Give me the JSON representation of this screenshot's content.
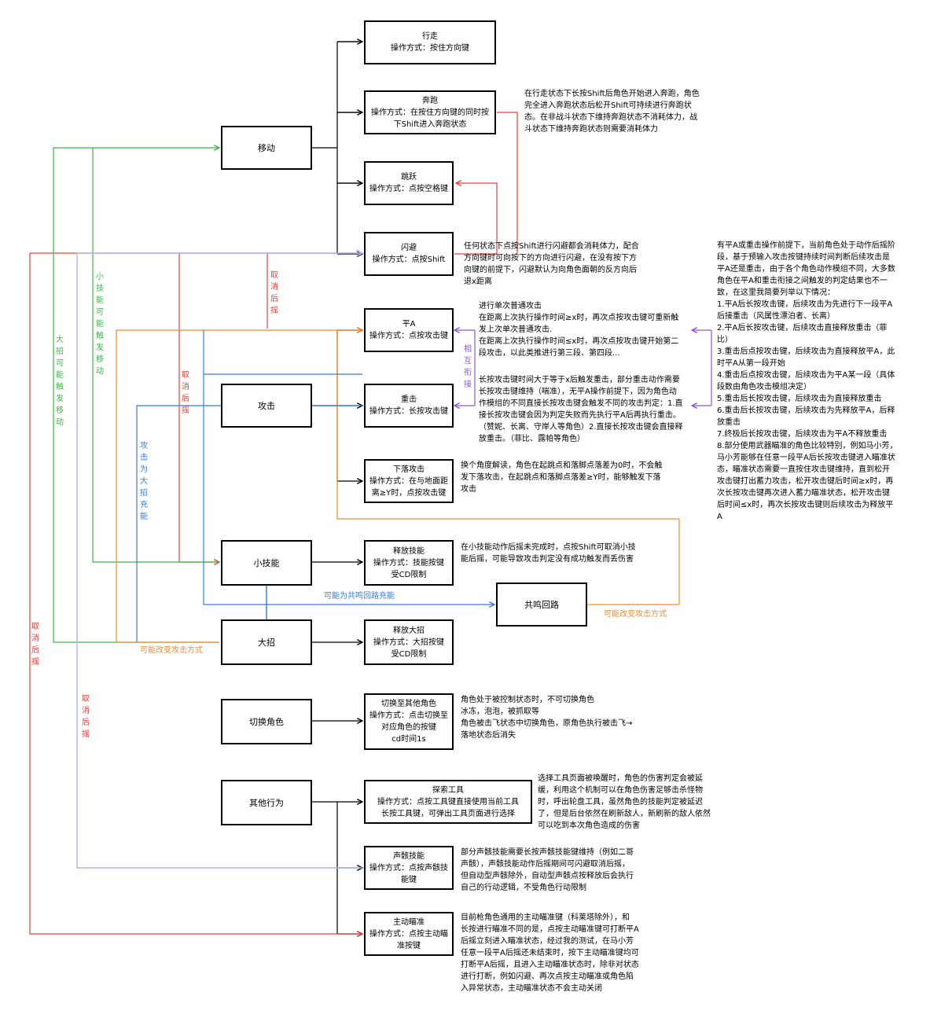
{
  "colors": {
    "black": "#000000",
    "red": "#e2413d",
    "green": "#3fb54a",
    "orange": "#f58a27",
    "blue": "#3a7be0",
    "purple": "#8a57d6",
    "lavender": "#b4b4f2"
  },
  "nodes": {
    "move": "移动",
    "attack": "攻击",
    "skill": "小技能",
    "ult": "大招",
    "switch": "切换角色",
    "other": "其他行为",
    "resonance": "共鸣回路"
  },
  "actions": {
    "walk": {
      "title": "行走",
      "desc": "操作方式：按住方向键"
    },
    "sprint": {
      "title": "奔跑",
      "desc": "操作方式：在按住方向键的同时按\n下Shift进入奔跑状态"
    },
    "jump": {
      "title": "跳跃",
      "desc": "操作方式：点按空格键"
    },
    "dodge": {
      "title": "闪避",
      "desc": "操作方式：点按Shift"
    },
    "light": {
      "title": "平A",
      "desc": "操作方式：点按攻击键"
    },
    "heavy": {
      "title": "重击",
      "desc": "操作方式：长按攻击键"
    },
    "plunge": {
      "title": "下落攻击",
      "desc": "操作方式：在与地面距\n离≥Y时，点按攻击键"
    },
    "skill_release": {
      "title": "释放技能",
      "desc": "操作方式：技能按键\n受CD限制"
    },
    "ult_release": {
      "title": "释放大招",
      "desc": "操作方式：大招按键\n受CD限制"
    },
    "switch_to": {
      "title": "切换至其他角色",
      "desc": "操作方式：点击切换至\n对应角色的按键\ncd时间1s"
    },
    "tool": {
      "title": "探索工具",
      "desc": "操作方式：点按工具键直接使用当前工具\n长按工具键，可弹出工具页面进行选择"
    },
    "echo": {
      "title": "声骸技能",
      "desc": "操作方式：点按声骸技\n能键"
    },
    "aim": {
      "title": "主动瞄准",
      "desc": "操作方式：点按主动瞄\n准按键"
    }
  },
  "notes": {
    "sprint": "在行走状态下长按Shift后角色开始进入奔跑，角色\n完全进入奔跑状态后松开Shift可持续进行奔跑状\n态。在非战斗状态下维持奔跑状态不消耗体力，战\n斗状态下维持奔跑状态则需要消耗体力",
    "dodge": "任何状态下点按Shift进行闪避都会消耗体力，配合\n方向键时可向按下的方向进行闪避，在没有按下方\n向键的前提下，闪避默认为向角色面朝的反方向后\n退x距离",
    "light": "进行单次普通攻击\n在距离上次执行操作时间≥x时，再次点按攻击键可重新触\n发上次单次普通攻击.\n在距离上次执行操作时间≤x时，再次点按攻击键开始第二\n段攻击，以此类推进行第三段、第四段...",
    "heavy": "长按攻击键时间大于等于x后触发重击，部分重击动作需要\n长按攻击键维持（喘准），无平A操作前提下，因为角色动\n作模组的不同直接长按攻击键会触发不同的攻击判定：1.直\n接长按攻击键会因为判定失败而先执行平A后再执行重击。\n（赞妮、长离、守岸人等角色）2.直接长按攻击键会直接释\n放重击。（菲比、露帕等角色）",
    "plunge": "换个角度解读，角色在起跳点和落脚点落差为0时，不会触\n发下落攻击，在起跳点和落脚点落差≥Y时，能够触发下落\n攻击",
    "combo": "有平A或重击操作前提下，当前角色处于动作后摇阶\n段，基于预输入攻击按键持续时间判断后续攻击是\n平A还是重击，由于各个角色动作模组不同，大多数\n角色在平A和重击衔接之间触发的判定结果也不一\n致，在这里我简要列举以下情况：\n1.平A后长按攻击键，后续攻击为先进行下一段平A\n后接重击（风属性漂泊者、长离）\n2.平A后长按攻击键，后续攻击直接释放重击（菲\n比）\n3.重击后点按攻击键，后续攻击为直接释放平A，此\n时平A从第一段开始\n4.重击后点按攻击键，后续攻击为平A某一段（具体\n段数由角色攻击模组决定）\n5.重击后长按攻击键，后续攻击为直接释放重击\n6.重击后长按攻击键，后续攻击为先释放平A，后释\n放重击\n7.终极后长按攻击键，后续攻击为平A不释放重击\n8.部分使用武器瞄准的角色比较特别，例如马小芳，\n马小芳能够在任意一段平A后长按攻击键进入瞄准状\n态，瞄准状态需要一直按住攻击键维持，直到松开\n攻击键打出蓄力攻击，松开攻击键后时间≥x时，再\n次长按攻击键再次进入蓄力瞄准状态，松开攻击键\n后时间≤x时，再次长按攻击键则后续攻击为释放平\nA",
    "skill": "在小技能动作后摇未完成时，点按Shift可取消小技\n能后摇，可能导致攻击判定没有成功触发而丢伤害",
    "switch": "角色处于被控制状态时，不可切换角色\n冰冻，泡泡，被抓取等\n角色被击飞状态中切换角色，原角色执行被击飞→\n落地状态后消失",
    "tool": "选择工具页面被唤醒时，角色的伤害判定会被延\n缓，利用这个机制可以在角色伤害足够击杀怪物\n时，呼出轮盘工具，虽然角色的技能判定被延迟\n了，但是后台依然在刷新敌人，新刷新的敌人依然\n可以吃到本次角色造成的伤害",
    "echo": "部分声骸技能需要长按声骸技能键维持（例如二哥\n声骸），声骸技能动作后摇期间可闪避取消后摇，\n但自动型声骸除外，自动型声骸点按释放后会执行\n自己的行动逻辑，不受角色行动限制",
    "aim": "目前枪角色通用的主动瞄准键（科莱塔除外），和\n长按进行瞄准不同的是，点按主动瞄准键可打断平A\n后摇立刻进入瞄准状态，经过我的测试，在马小芳\n任意一段平A后摇还未结束时，按下主动瞄准键均可\n打断平A后摇，且进入主动瞄准状态时，除非对状态\n进行打断，例如闪避、再次点按主动瞄准或角色陷\n入异常状态，主动瞄准状态不会主动关闭"
  },
  "labels": {
    "ult_trigger_move": "大招可能触发移动",
    "skill_trigger_move": "小技能可能触发移动",
    "cancel_dodge_attack": "取消后摇",
    "cancel_dodge_skill": "取消后摇",
    "cancel_aim": "取消后摇",
    "cancel_echo": "取消后摇",
    "mutual_link": "相互衔接",
    "attack_charges_ult": "攻击为大招充能",
    "may_charge_resonance": "可能为共鸣回路充能",
    "ult_change_attack": "可能改变攻击方式",
    "resonance_change_attack": "可能改变攻击方式"
  }
}
